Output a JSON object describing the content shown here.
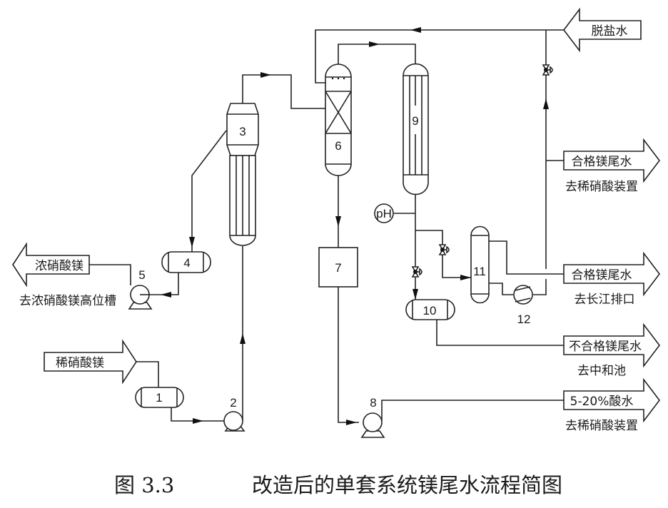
{
  "caption": {
    "figure_no": "图 3.3",
    "title": "改造后的单套系统镁尾水流程简图"
  },
  "equipment": {
    "e1": "1",
    "e2": "2",
    "e3": "3",
    "e4": "4",
    "e5": "5",
    "e6": "6",
    "e7": "7",
    "e8": "8",
    "e9": "9",
    "e10": "10",
    "e11": "11",
    "e12": "12"
  },
  "instrument": {
    "ph": "pH"
  },
  "streams": {
    "desalted_water": {
      "label": "脱盐水",
      "direction": "in"
    },
    "dilute_mg_nitrate": {
      "label": "稀硝酸镁",
      "direction": "in"
    },
    "conc_mg_nitrate": {
      "label": "浓硝酸镁",
      "destination": "去浓硝酸镁高位槽",
      "direction": "out"
    },
    "qualified_tail_water_1": {
      "label": "合格镁尾水",
      "destination": "去稀硝酸装置",
      "direction": "out"
    },
    "qualified_tail_water_2": {
      "label": "合格镁尾水",
      "destination": "去长江排口",
      "direction": "out"
    },
    "unqualified_tail_water": {
      "label": "不合格镁尾水",
      "destination": "去中和池",
      "direction": "out"
    },
    "acid_water": {
      "label": "5-20%酸水",
      "destination": "去稀硝酸装置",
      "direction": "out"
    }
  }
}
